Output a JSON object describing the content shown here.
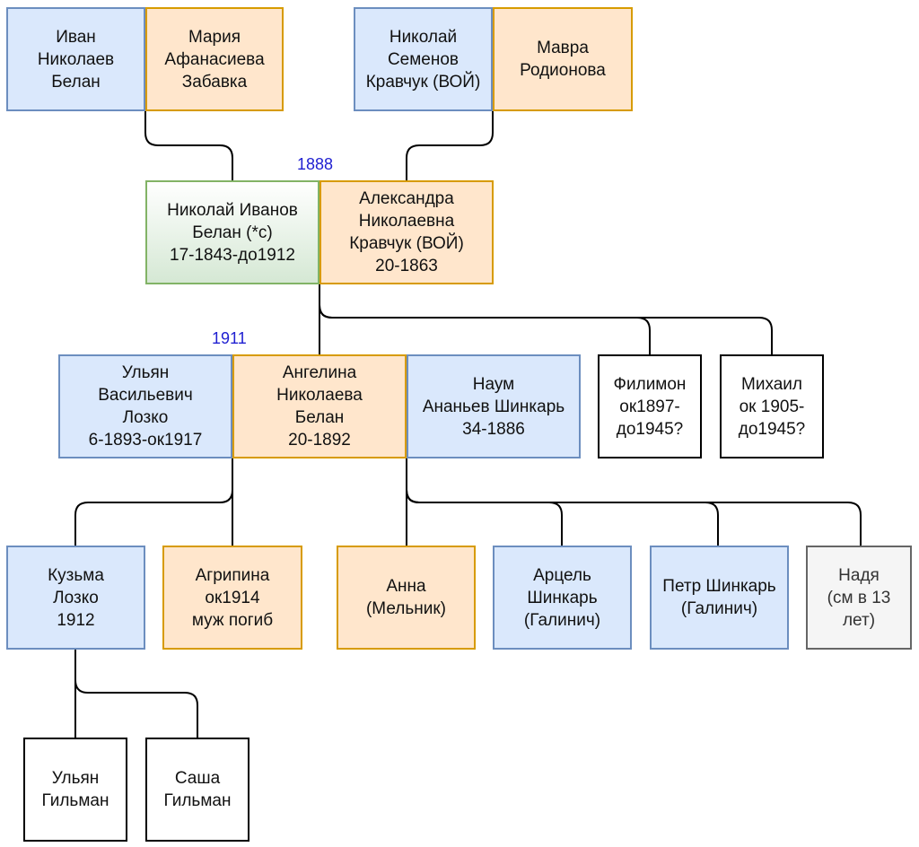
{
  "people": {
    "ivan": "Иван\nНиколаев\nБелан",
    "maria": "Мария\nАфанасиева\nЗабавка",
    "nikolai_kravchuk": "Николай\nСеменов\nКравчук (ВОЙ)",
    "mavra": "Мавра\nРодионова",
    "nikolai_belan": "Николай Иванов\nБелан (*с)\n17-1843-до1912",
    "aleksandra": "Александра\nНиколаевна\nКравчук (ВОЙ)\n20-1863",
    "ulyan_lozko": "Ульян\nВасильевич\nЛозко\n6-1893-ок1917",
    "angelina": "Ангелина\nНиколаева\nБелан\n20-1892",
    "naum": "Наум\nАнаньев Шинкарь\n34-1886",
    "filimon": "Филимон\nок1897-\nдо1945?",
    "mikhail": "Михаил\nок 1905-\nдо1945?",
    "kuzma": "Кузьма\nЛозко\n1912",
    "agripina": "Агрипина\nок1914\nмуж погиб",
    "anna": "Анна\n(Мельник)",
    "arcel": "Арцель\nШинкарь\n(Галинич)",
    "petr": "Петр Шинкарь\n(Галинич)",
    "nadya": "Надя\n(см в 13\nлет)",
    "ulyan_gilman": "Ульян\nГильман",
    "sasha": "Саша\nГильман"
  },
  "years": {
    "marriage_1": "1888",
    "marriage_2": "1911"
  },
  "colors": {
    "blue_fill": "#dae8fc",
    "orange_fill": "#ffe6cc",
    "green_fill": "#d5e8d4",
    "gray_fill": "#f5f5f5",
    "year_text": "#1f1fd1"
  }
}
